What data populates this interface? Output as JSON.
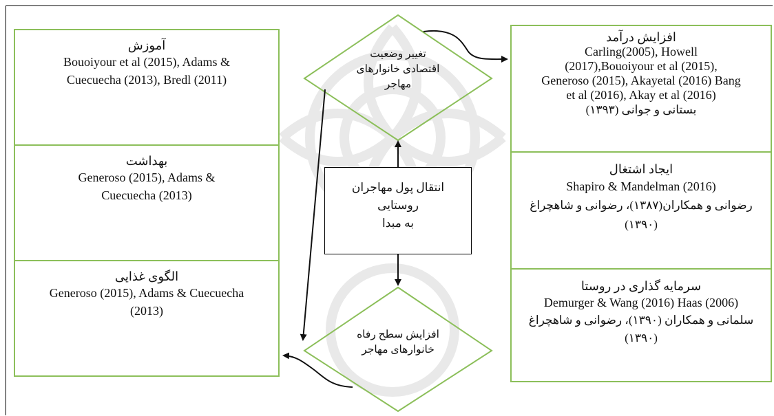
{
  "colors": {
    "box_border": "#8cbf5a",
    "arrow": "#111111",
    "center_border": "#000000"
  },
  "center": {
    "line1": "انتقال پول مهاجران",
    "line2": "روستایی",
    "line3": "به مبدا"
  },
  "diamond_top": {
    "line1": "تغییر وضعیت",
    "line2": "اقتصادی خانوارهای",
    "line3": "مهاجر"
  },
  "diamond_bottom": {
    "line1": "افزایش سطح رفاه",
    "line2": "خانوارهای مهاجر"
  },
  "left_boxes": [
    {
      "title": "آموزش",
      "refs": [
        "Bouoiyour et al (2015), Adams &",
        "Cuecuecha (2013),  Bredl (2011)"
      ]
    },
    {
      "title": "بهداشت",
      "refs": [
        "Generoso (2015), Adams &",
        "Cuecuecha (2013)"
      ]
    },
    {
      "title": "الگوی غذایی",
      "refs": [
        "Generoso (2015), Adams &  Cuecuecha",
        "(2013)"
      ]
    }
  ],
  "right_boxes": [
    {
      "title": "افزایش درآمد",
      "refs": [
        "Carling(2005), Howell",
        "(2017),Bouoiyour et al (2015),",
        "Generoso (2015), Akayetal (2016) Bang",
        "et al (2016), Akay et al (2016)"
      ],
      "refs_rtl": [
        "بستانی و جوانی (۱۳۹۳)"
      ]
    },
    {
      "title": "ایجاد اشتغال",
      "refs": [
        "Shapiro & Mandelman (2016)"
      ],
      "refs_rtl": [
        "رضوانی و همکاران(۱۳۸۷)، رضوانی و شاهچراغ",
        "(۱۳۹۰)"
      ]
    },
    {
      "title": "سرمایه گذاری در روستا",
      "refs": [
        "Demurger & Wang (2016)  Haas (2006)"
      ],
      "refs_rtl": [
        "سلمانی و همکاران (۱۳۹۰)، رضوانی و شاهچراغ",
        "(۱۳۹۰)"
      ]
    }
  ]
}
